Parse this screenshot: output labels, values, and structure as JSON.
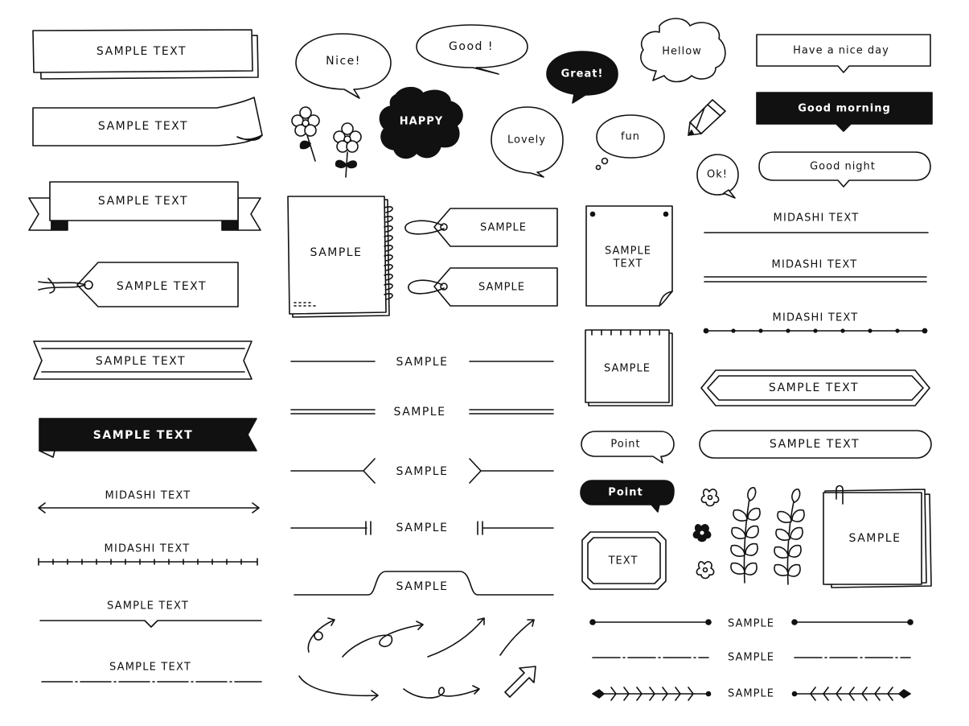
{
  "labels": {
    "sample_text": "SAMPLE TEXT",
    "sample": "SAMPLE",
    "sample_text_two_line_1": "SAMPLE",
    "sample_text_two_line_2": "TEXT",
    "midashi_text": "MIDASHI TEXT",
    "text": "TEXT"
  },
  "bubbles": {
    "nice": "Nice!",
    "good": "Good !",
    "great": "Great!",
    "hellow": "Hellow",
    "have_a_nice_day": "Have a nice day",
    "happy": "HAPPY",
    "lovely": "Lovely",
    "fun": "fun",
    "ok": "Ok!",
    "good_morning": "Good morning",
    "good_night": "Good night",
    "point_outline": "Point",
    "point_filled": "Point"
  },
  "colors": {
    "ink": "#111111",
    "paper": "#ffffff"
  }
}
